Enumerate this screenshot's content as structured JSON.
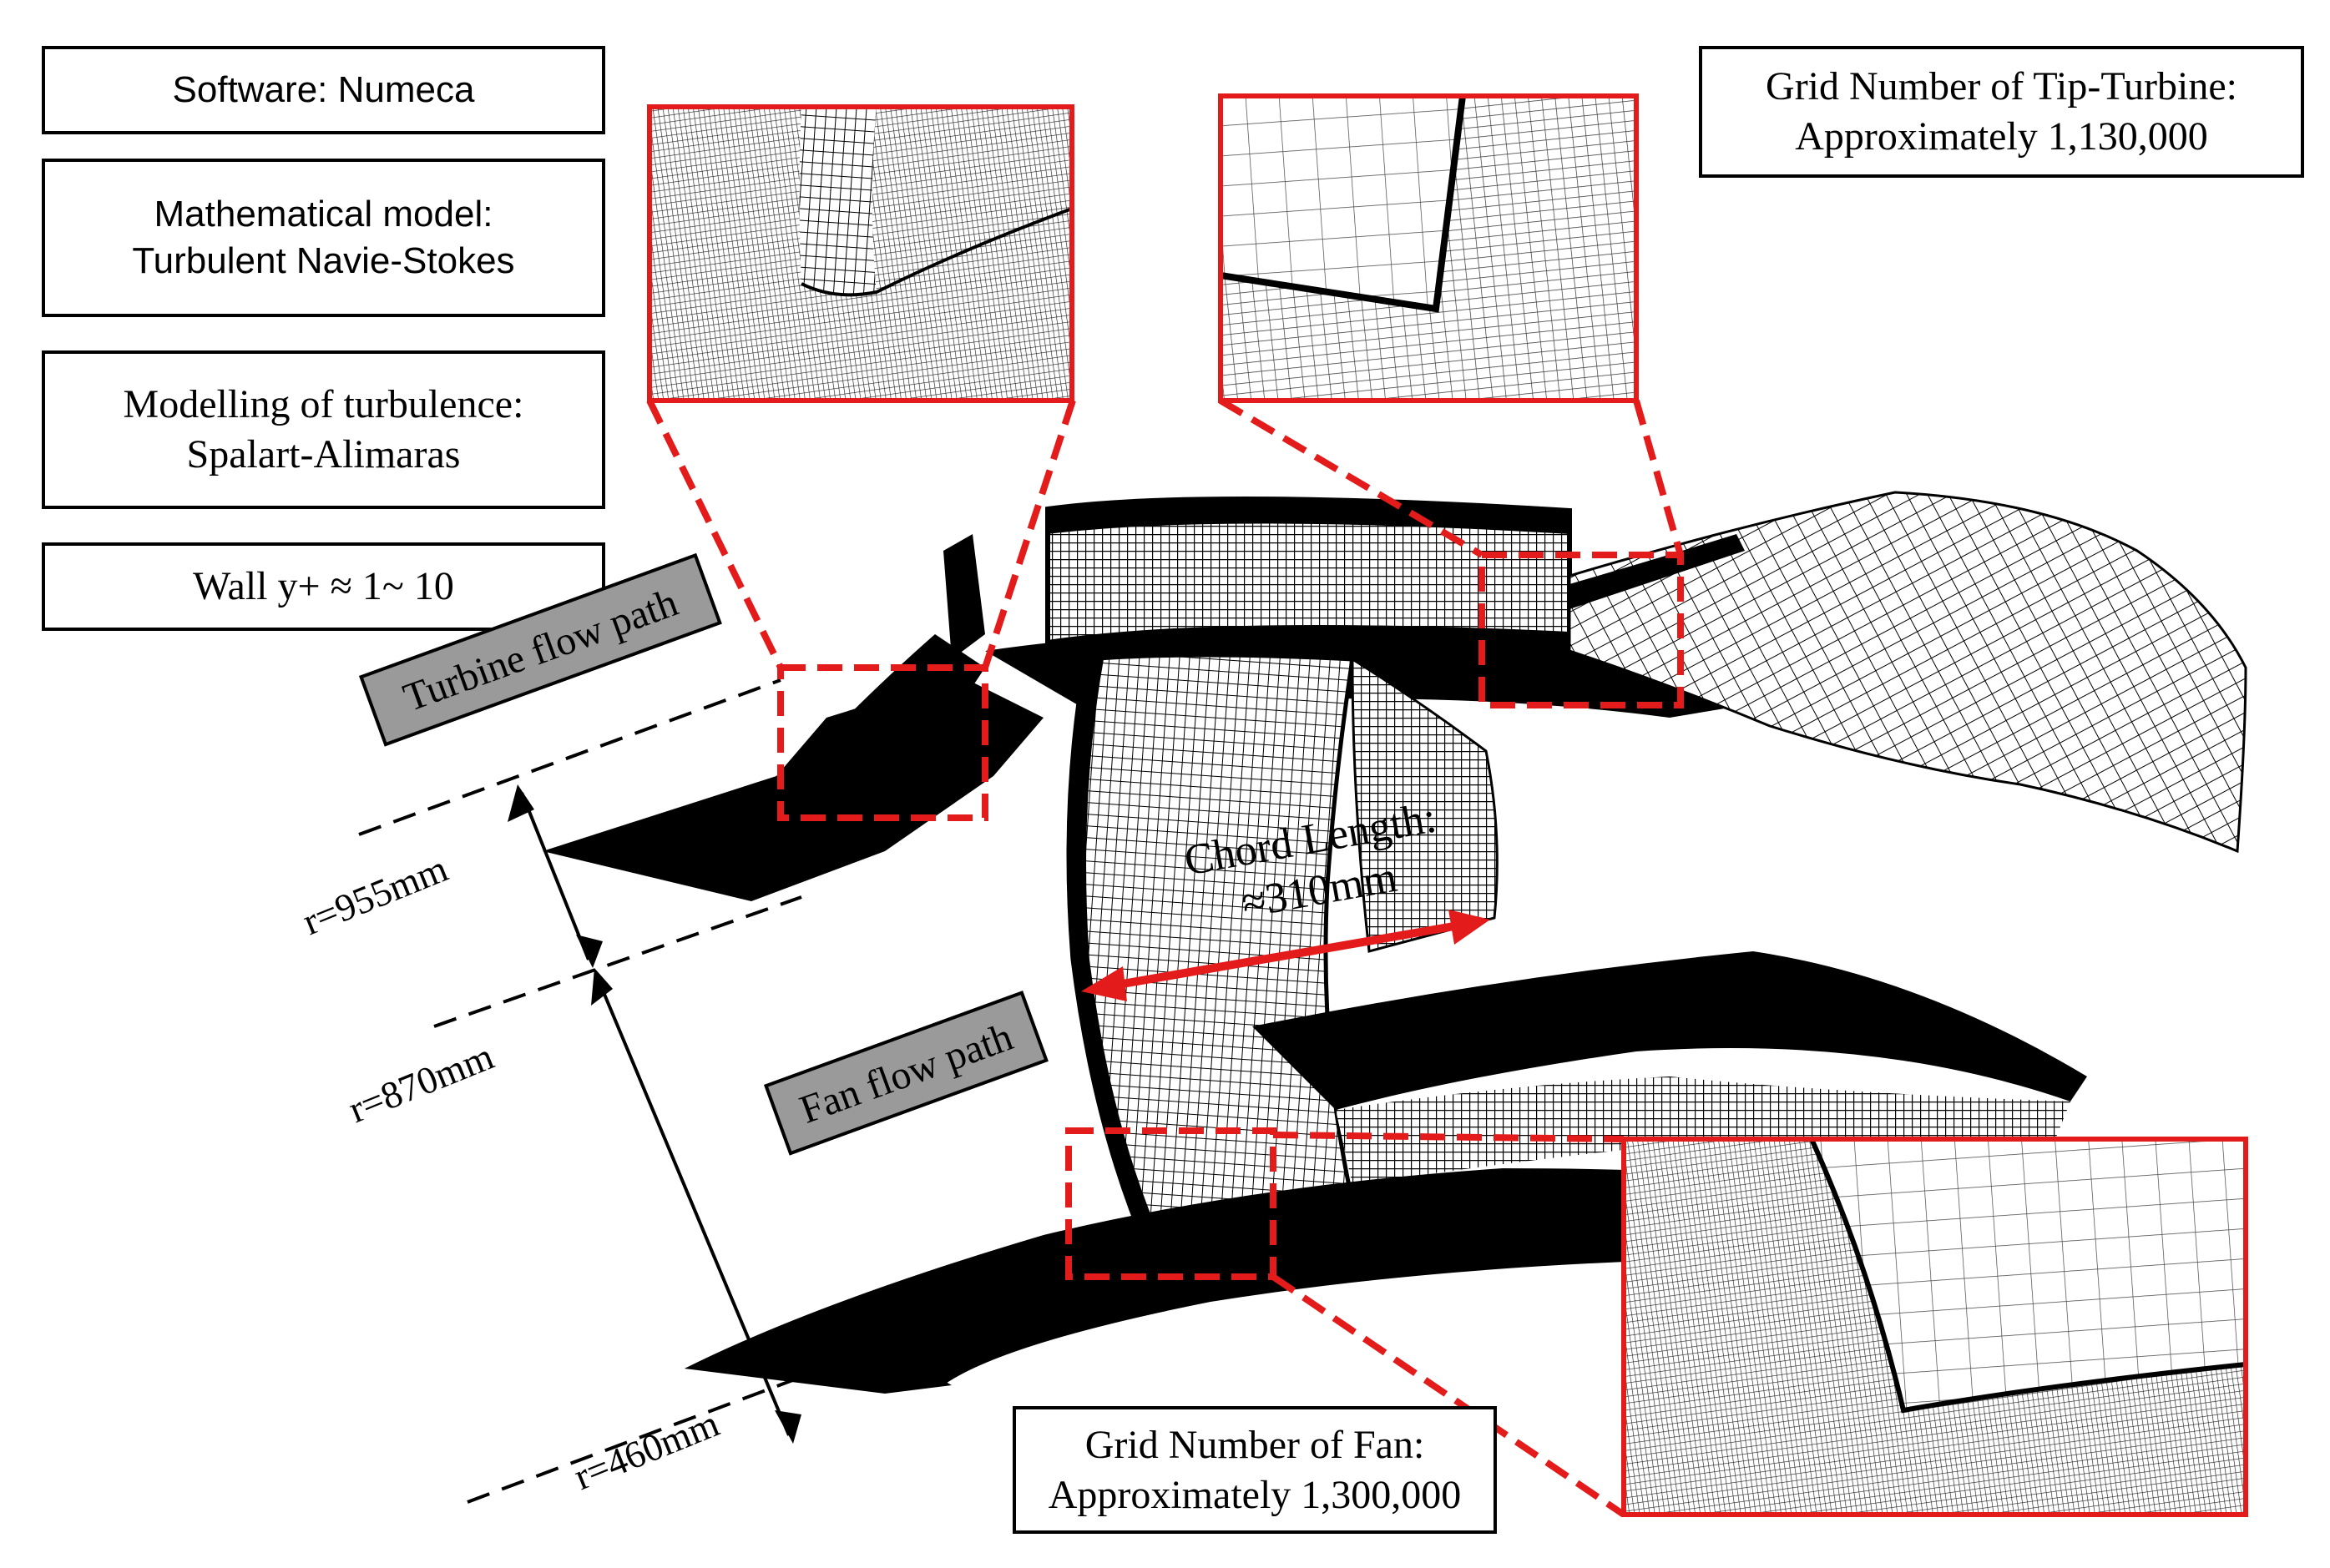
{
  "info_boxes": {
    "software": "Software: Numeca",
    "math_model_line1": "Mathematical model:",
    "math_model_line2": "Turbulent Navie-Stokes",
    "turbulence_line1": "Modelling of turbulence:",
    "turbulence_line2": "Spalart-Alimaras",
    "wall": "Wall y+ ≈ 1~ 10"
  },
  "grid_tip_turbine": {
    "line1": "Grid Number of Tip-Turbine:",
    "line2": "Approximately 1,130,000"
  },
  "grid_fan": {
    "line1": "Grid Number of Fan:",
    "line2": "Approximately 1,300,000"
  },
  "flow_paths": {
    "turbine": "Turbine flow path",
    "fan": "Fan flow path"
  },
  "radii": {
    "r955": "r=955mm",
    "r870": "r=870mm",
    "r460": "r=460mm"
  },
  "chord": {
    "line1": "Chord Length:",
    "line2": "≈310mm"
  },
  "colors": {
    "highlight": "#e31b1b",
    "mesh": "#000000",
    "tag_fill": "#9a9a9a"
  }
}
